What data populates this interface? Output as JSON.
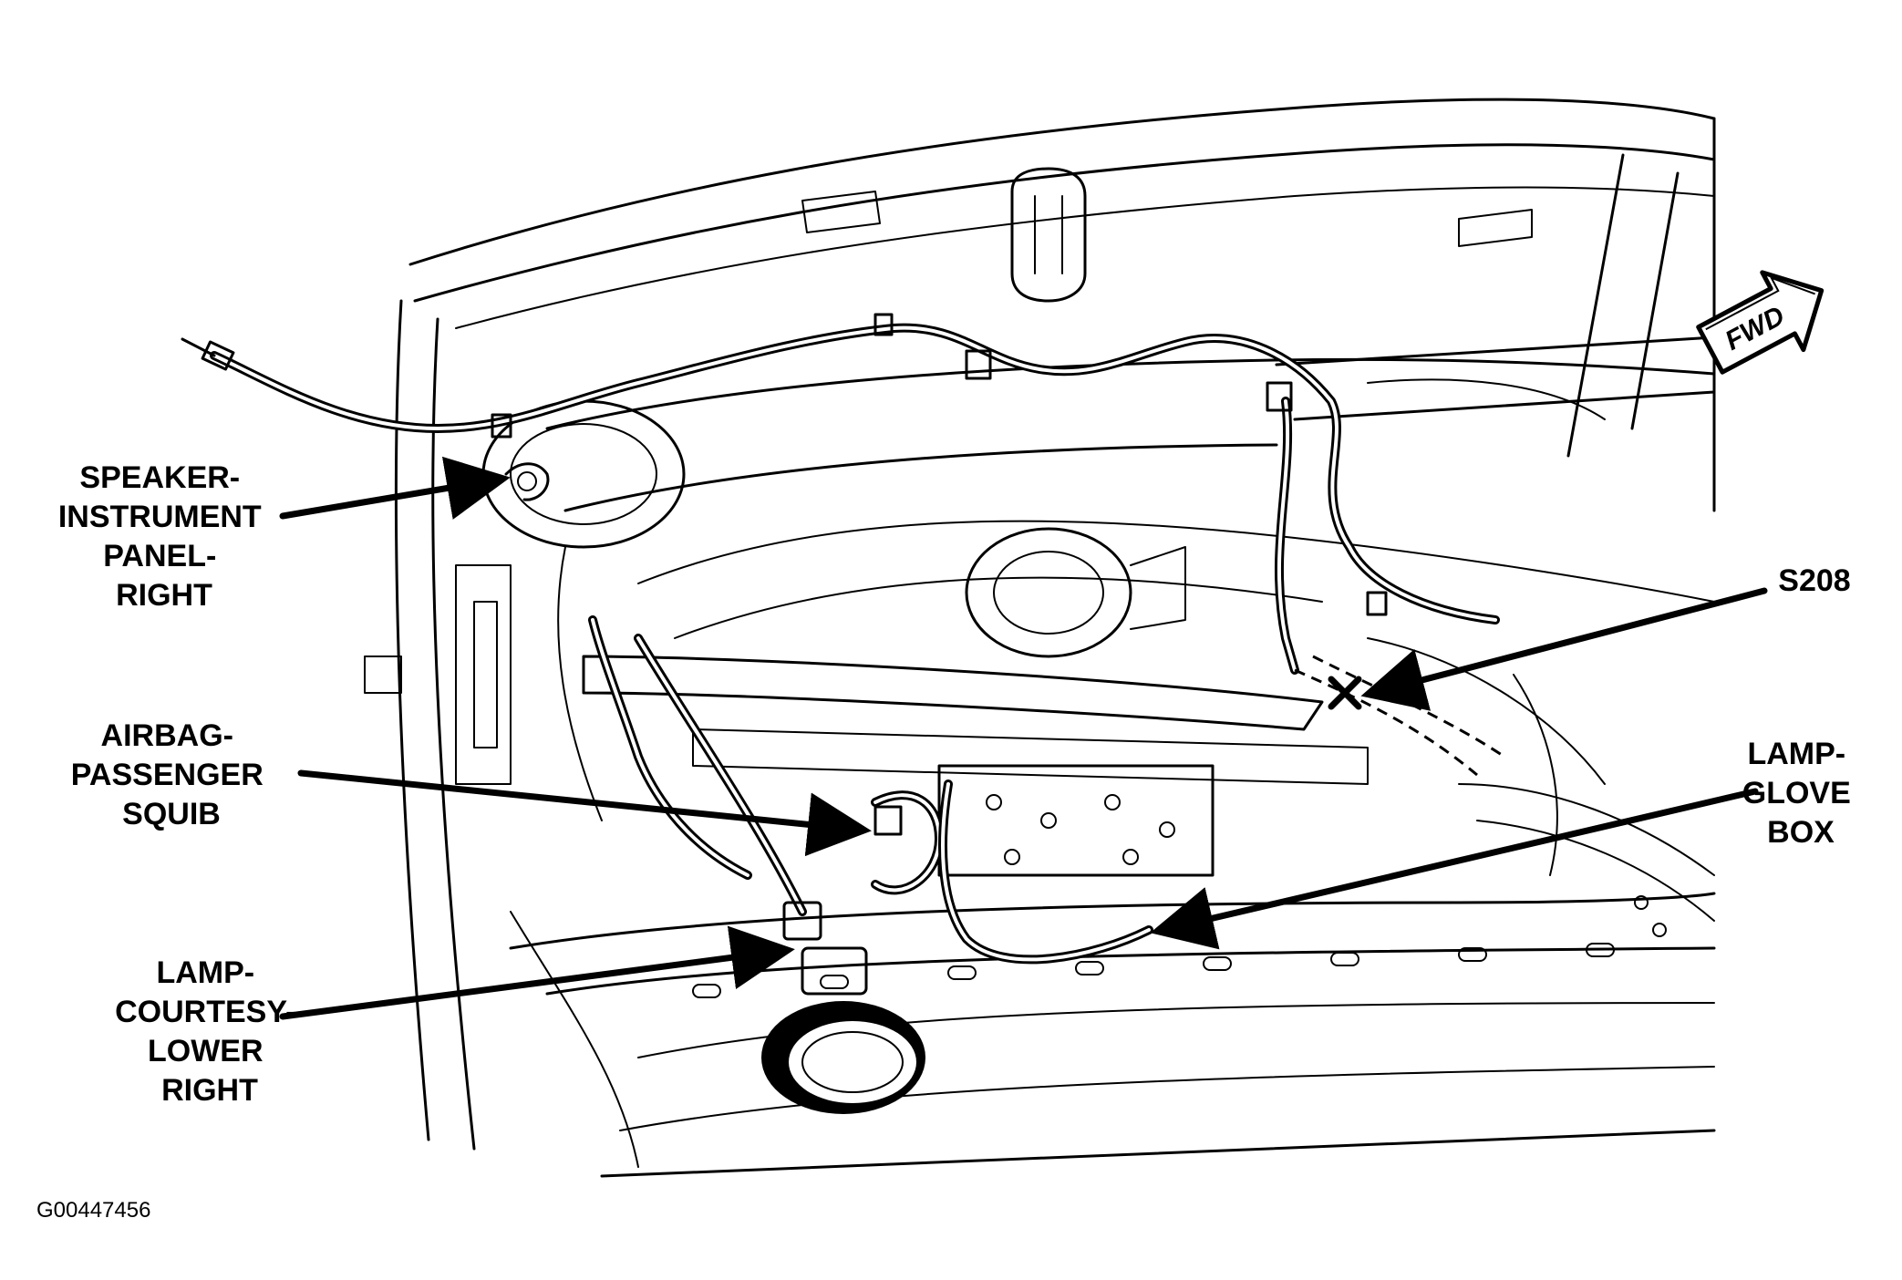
{
  "labels": {
    "speaker": [
      "SPEAKER-",
      "INSTRUMENT",
      "PANEL-",
      "RIGHT"
    ],
    "airbag": [
      "AIRBAG-",
      "PASSENGER",
      "SQUIB"
    ],
    "lamp_courtesy": [
      "LAMP-",
      "COURTESY-",
      "LOWER",
      "RIGHT"
    ],
    "splice": [
      "S208"
    ],
    "lamp_glove": [
      "LAMP-",
      "GLOVE",
      "BOX"
    ]
  },
  "direction_arrow": "FWD",
  "figure_code": "G00447456"
}
